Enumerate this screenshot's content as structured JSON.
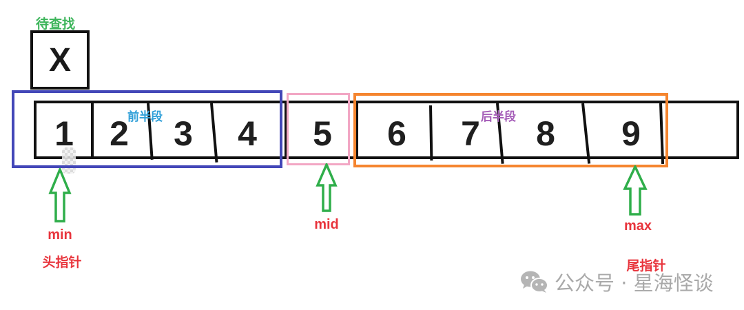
{
  "title": "Binary search illustration",
  "target": {
    "label": "待查找",
    "value": "X"
  },
  "array": {
    "cells": [
      "1",
      "2",
      "3",
      "4",
      "5",
      "6",
      "7",
      "8",
      "9",
      ""
    ],
    "cell_count": 10
  },
  "groups": {
    "first_half": {
      "label": "前半段",
      "color": "#4347b8",
      "label_color": "#2f9fd8"
    },
    "middle": {
      "label": "",
      "color": "#f2a7c4"
    },
    "second_half": {
      "label": "后半段",
      "color": "#f5852f",
      "label_color": "#a45bb7"
    }
  },
  "pointers": [
    {
      "name": "min",
      "description": "头指针",
      "points_to": "1"
    },
    {
      "name": "mid",
      "description": "",
      "points_to": "5"
    },
    {
      "name": "max",
      "description": "尾指针",
      "points_to": "9"
    }
  ],
  "colors": {
    "arrow": "#2fae4a",
    "pointer_text": "#e8343c",
    "target_label": "#3cb55a"
  },
  "watermark": {
    "icon": "wechat-icon",
    "text": "公众号 · 星海怪谈"
  }
}
